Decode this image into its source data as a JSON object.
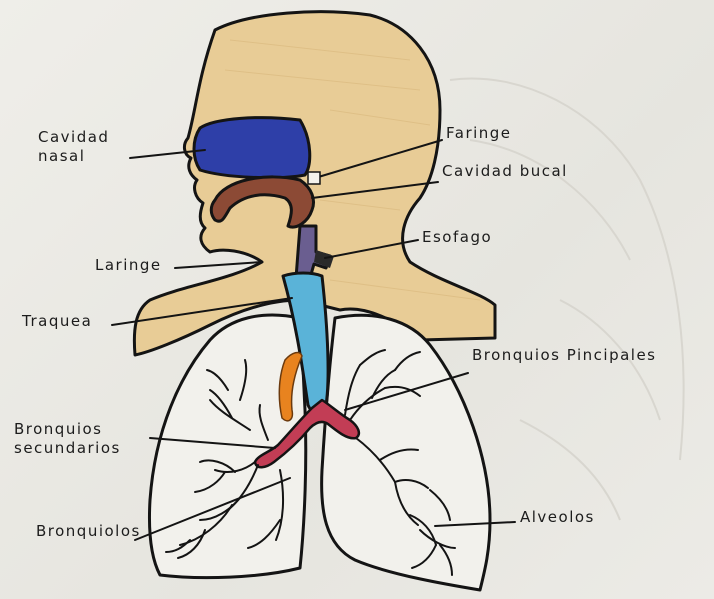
{
  "labels": {
    "cavidad_nasal": "Cavidad nasal",
    "faringe": "Faringe",
    "cavidad_bucal": "Cavidad bucal",
    "esofago": "Esofago",
    "laringe": "Laringe",
    "traquea": "Traquea",
    "bronquios_principales": "Bronquios Pincipales",
    "bronquios_secundarios": "Bronquios secundarios",
    "bronquiolos": "Bronquiolos",
    "alveolos": "Alveolos"
  },
  "colors": {
    "skin": "#e8cc96",
    "nasal_cavity": "#2e3fa8",
    "oral_cavity": "#8c4a35",
    "esophagus": "#6a5e90",
    "trachea": "#5ab3d8",
    "bronchi": "#c23d55",
    "orange_vessel": "#e8831f",
    "outline": "#141414"
  }
}
